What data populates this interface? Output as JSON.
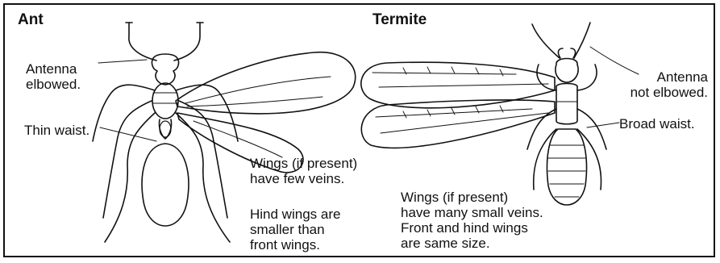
{
  "ant": {
    "title": "Ant",
    "antenna": [
      "Antenna",
      "elbowed."
    ],
    "waist": "Thin waist.",
    "wings": [
      "Wings (if present)",
      "have few veins."
    ],
    "hind_wings": [
      "Hind wings are",
      "smaller than",
      "front wings."
    ]
  },
  "termite": {
    "title": "Termite",
    "antenna": [
      "Antenna",
      "not elbowed."
    ],
    "waist": "Broad waist.",
    "wings": [
      "Wings (if present)",
      "have many small veins.",
      "Front and hind wings",
      "are same size."
    ]
  },
  "colors": {
    "ink": "#111111",
    "background": "#ffffff"
  }
}
